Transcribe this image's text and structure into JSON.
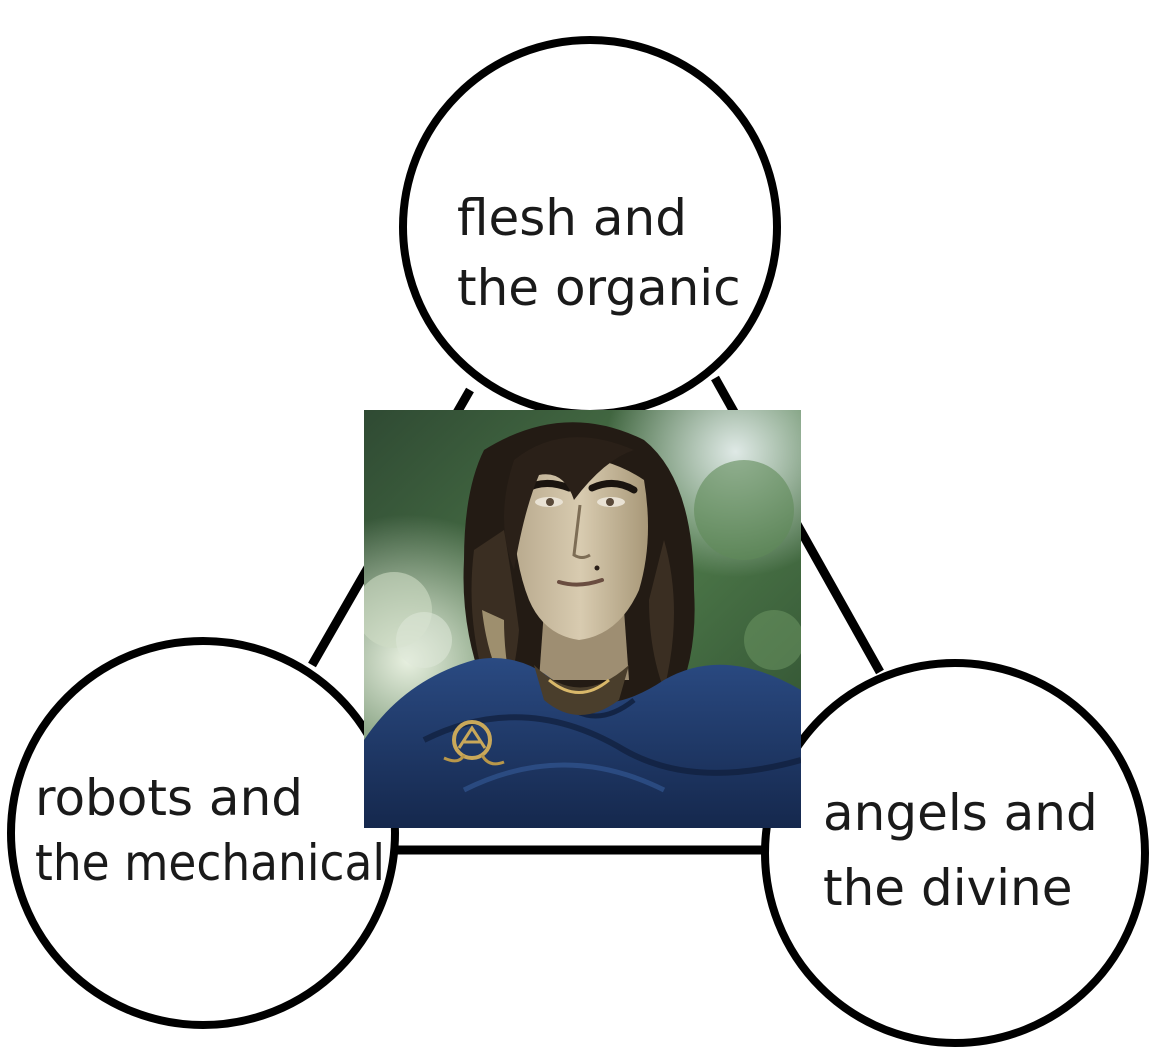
{
  "diagram": {
    "nodes": {
      "top": {
        "line1": "flesh and",
        "line2": "the organic"
      },
      "left": {
        "line1": "robots and",
        "line2": "the mechanical"
      },
      "right": {
        "line1": "angels and",
        "line2": "the divine"
      }
    },
    "center_image": "portrait-of-long-haired-man-in-blue-cloak"
  },
  "colors": {
    "stroke": "#000000",
    "background": "#ffffff",
    "text": "#1a1a1a",
    "cloak": "#1f3a6b",
    "foliage": "#3f6b3a"
  }
}
